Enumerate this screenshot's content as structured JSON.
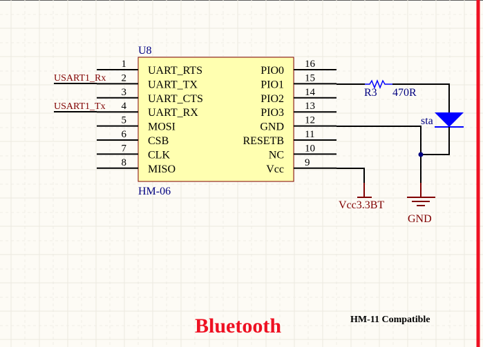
{
  "component": {
    "designator": "U8",
    "part": "HM-06",
    "left_pins": [
      {
        "num": "1",
        "name": "UART_RTS",
        "net": ""
      },
      {
        "num": "2",
        "name": "UART_TX",
        "net": "USART1_Rx"
      },
      {
        "num": "3",
        "name": "UART_CTS",
        "net": ""
      },
      {
        "num": "4",
        "name": "UART_RX",
        "net": "USART1_Tx"
      },
      {
        "num": "5",
        "name": "MOSI",
        "net": ""
      },
      {
        "num": "6",
        "name": "CSB",
        "net": ""
      },
      {
        "num": "7",
        "name": "CLK",
        "net": ""
      },
      {
        "num": "8",
        "name": "MISO",
        "net": ""
      }
    ],
    "right_pins": [
      {
        "num": "16",
        "name": "PIO0"
      },
      {
        "num": "15",
        "name": "PIO1"
      },
      {
        "num": "14",
        "name": "PIO2"
      },
      {
        "num": "13",
        "name": "PIO3"
      },
      {
        "num": "12",
        "name": "GND"
      },
      {
        "num": "11",
        "name": "RESETB"
      },
      {
        "num": "10",
        "name": "NC"
      },
      {
        "num": "9",
        "name": "Vcc"
      }
    ]
  },
  "resistor": {
    "designator": "R3",
    "value": "470R"
  },
  "led": {
    "label": "sta"
  },
  "power": {
    "vcc_label": "Vcc3.3BT",
    "gnd_label": "GND"
  },
  "colors": {
    "background": "#fdfbf5",
    "grid": "#ebe8e0",
    "body_fill": "#ffffb0",
    "body_border": "#800000",
    "wire": "#000000",
    "designator": "#000080",
    "net_label": "#800000",
    "led": "#0000ff",
    "border_line": "#ee1122",
    "title": "#ee1122"
  },
  "title": "Bluetooth",
  "subtitle": "HM-11 Compatible"
}
